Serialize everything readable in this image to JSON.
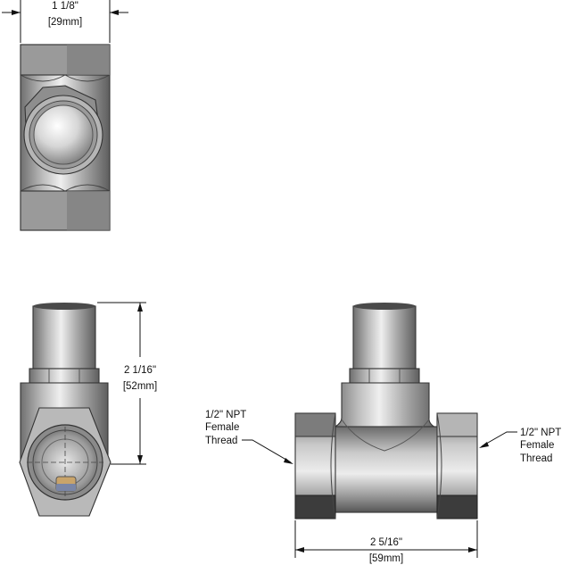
{
  "dimensions": {
    "top_width": {
      "imperial": "1 1/8\"",
      "metric": "[29mm]"
    },
    "side_height": {
      "imperial": "2 1/16\"",
      "metric": "[52mm]"
    },
    "front_width": {
      "imperial": "2 5/16\"",
      "metric": "[59mm]"
    }
  },
  "callouts": {
    "left": {
      "line1": "1/2\" NPT",
      "line2": "Female",
      "line3": "Thread"
    },
    "right": {
      "line1": "1/2\" NPT",
      "line2": "Female",
      "line3": "Thread"
    }
  }
}
